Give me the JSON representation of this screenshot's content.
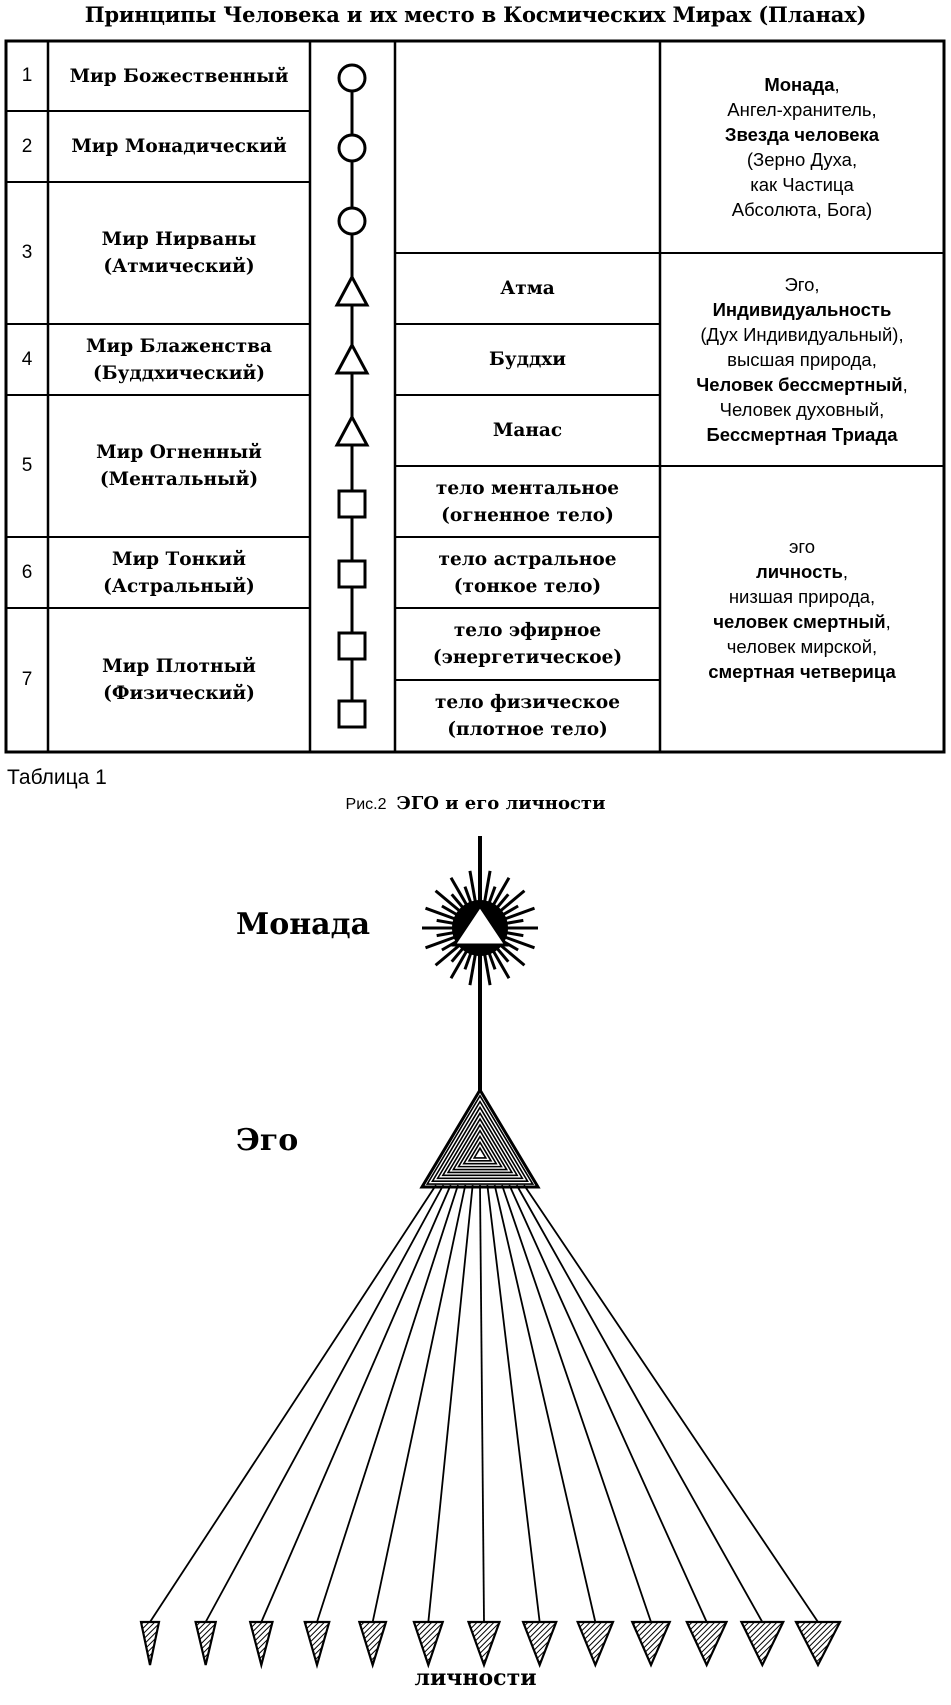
{
  "title": "Принципы Человека и их место в Космических Мирах (Планах)",
  "table": {
    "worlds": [
      {
        "num": "1",
        "lines": [
          "Мир Божественный"
        ]
      },
      {
        "num": "2",
        "lines": [
          "Мир Монадический"
        ]
      },
      {
        "num": "3",
        "lines": [
          "Мир Нирваны",
          "(Атмический)"
        ]
      },
      {
        "num": "4",
        "lines": [
          "Мир Блаженства",
          "(Буддхический)"
        ]
      },
      {
        "num": "5",
        "lines": [
          "Мир Огненный",
          "(Ментальный)"
        ]
      },
      {
        "num": "6",
        "lines": [
          "Мир Тонкий",
          "(Астральный)"
        ]
      },
      {
        "num": "7",
        "lines": [
          "Мир Плотный",
          "(Физический)"
        ]
      }
    ],
    "symbols": [
      "circle",
      "circle",
      "circle",
      "triangle",
      "triangle",
      "triangle",
      "square",
      "square",
      "square",
      "square"
    ],
    "principles": [
      {
        "lines": [
          "Атма"
        ]
      },
      {
        "lines": [
          "Буддхи"
        ]
      },
      {
        "lines": [
          "Манас"
        ]
      },
      {
        "lines": [
          "тело ментальное",
          "(огненное тело)"
        ]
      },
      {
        "lines": [
          "тело астральное",
          "(тонкое тело)"
        ]
      },
      {
        "lines": [
          "тело эфирное",
          "(энергетическое)"
        ]
      },
      {
        "lines": [
          "тело физическое",
          "(плотное тело)"
        ]
      }
    ],
    "descriptions": {
      "monad": [
        {
          "text": "Монада",
          "bold": true,
          "suffix": ","
        },
        {
          "text": "Ангел-хранитель,",
          "bold": false
        },
        {
          "text": "Звезда человека",
          "bold": true
        },
        {
          "text": "(Зерно Духа,",
          "bold": false
        },
        {
          "text": "как Частица",
          "bold": false
        },
        {
          "text": "Абсолюта, Бога)",
          "bold": false
        }
      ],
      "ego": [
        {
          "text": "Эго,",
          "bold": false
        },
        {
          "text": "Индивидуальность",
          "bold": true
        },
        {
          "text": "(Дух Индивидуальный),",
          "bold": false
        },
        {
          "text": "высшая природа,",
          "bold": false
        },
        {
          "text": "Человек бессмертный",
          "bold": true,
          "suffix": ","
        },
        {
          "text": "Человек духовный,",
          "bold": false
        },
        {
          "text": "Бессмертная Триада",
          "bold": true
        }
      ],
      "personality": [
        {
          "text": "эго",
          "bold": false
        },
        {
          "text": "личность",
          "bold": true,
          "suffix": ","
        },
        {
          "text": "низшая природа,",
          "bold": false
        },
        {
          "text": "человек смертный",
          "bold": true,
          "suffix": ","
        },
        {
          "text": "человек мирской,",
          "bold": false
        },
        {
          "text": "смертная четверица",
          "bold": true
        }
      ]
    },
    "caption": "Таблица 1"
  },
  "figure": {
    "caption_label": "Рис.2",
    "caption_title": "ЭГО и его личности",
    "monad_label": "Монада",
    "ego_label": "Эго",
    "personalities_label": "личности",
    "personality_count": 13
  }
}
